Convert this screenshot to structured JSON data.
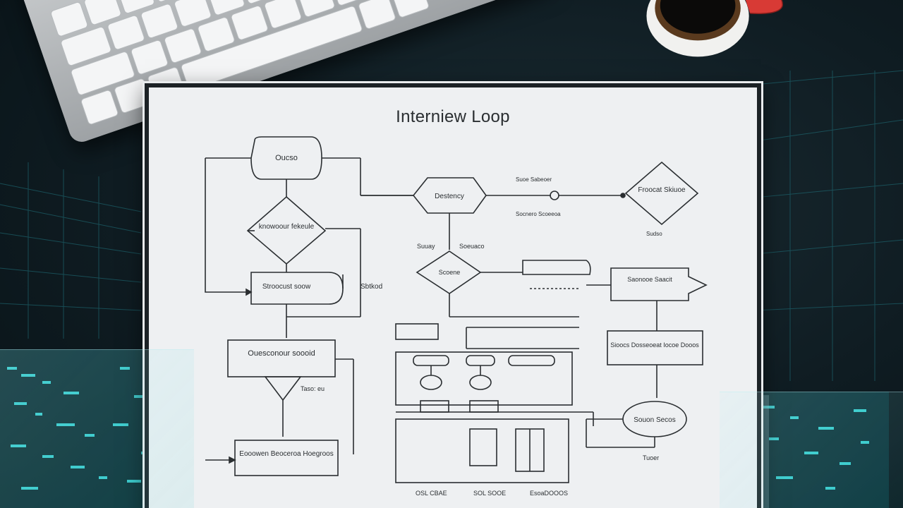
{
  "diagram": {
    "title": "Interniew Loop",
    "labels": {
      "start_node": "Oucso",
      "decision_1": "knowoour fekeule",
      "process_1": "Stroocust soow",
      "side_note_1": "Sbtkod",
      "process_2": "Ouesconour soooid",
      "branch_note": "Taso: eu",
      "end_box": "Eooowen Beoceroa Hoegroos",
      "hex_node": "Destency",
      "hex_note_top": "Suoe Sabeoer",
      "hex_note_bot": "Socnero Scoeeoa",
      "diamond_right": "Froocat Skiuoe",
      "diamond_right_note": "Sudso",
      "mid_decision": "Scoene",
      "mid_note_left": "Suuay",
      "mid_note_right": "Soeuaco",
      "box_right_1": "Saonooe Saacit",
      "box_right_2": "Sioocs Dosseoeat Iocoe Dooos",
      "oval_right": "Souon Secos",
      "oval_right_note": "Tuoer",
      "footer_1": "OSL CBAE",
      "footer_2": "SOL SOOE",
      "footer_3": "EsoaDOOOS"
    }
  },
  "colors": {
    "paper": "#eef0f2",
    "ink": "#2a2e31",
    "glow": "#3fe6e6",
    "desk": "#0f1c22",
    "mug_red": "#d83a35"
  }
}
